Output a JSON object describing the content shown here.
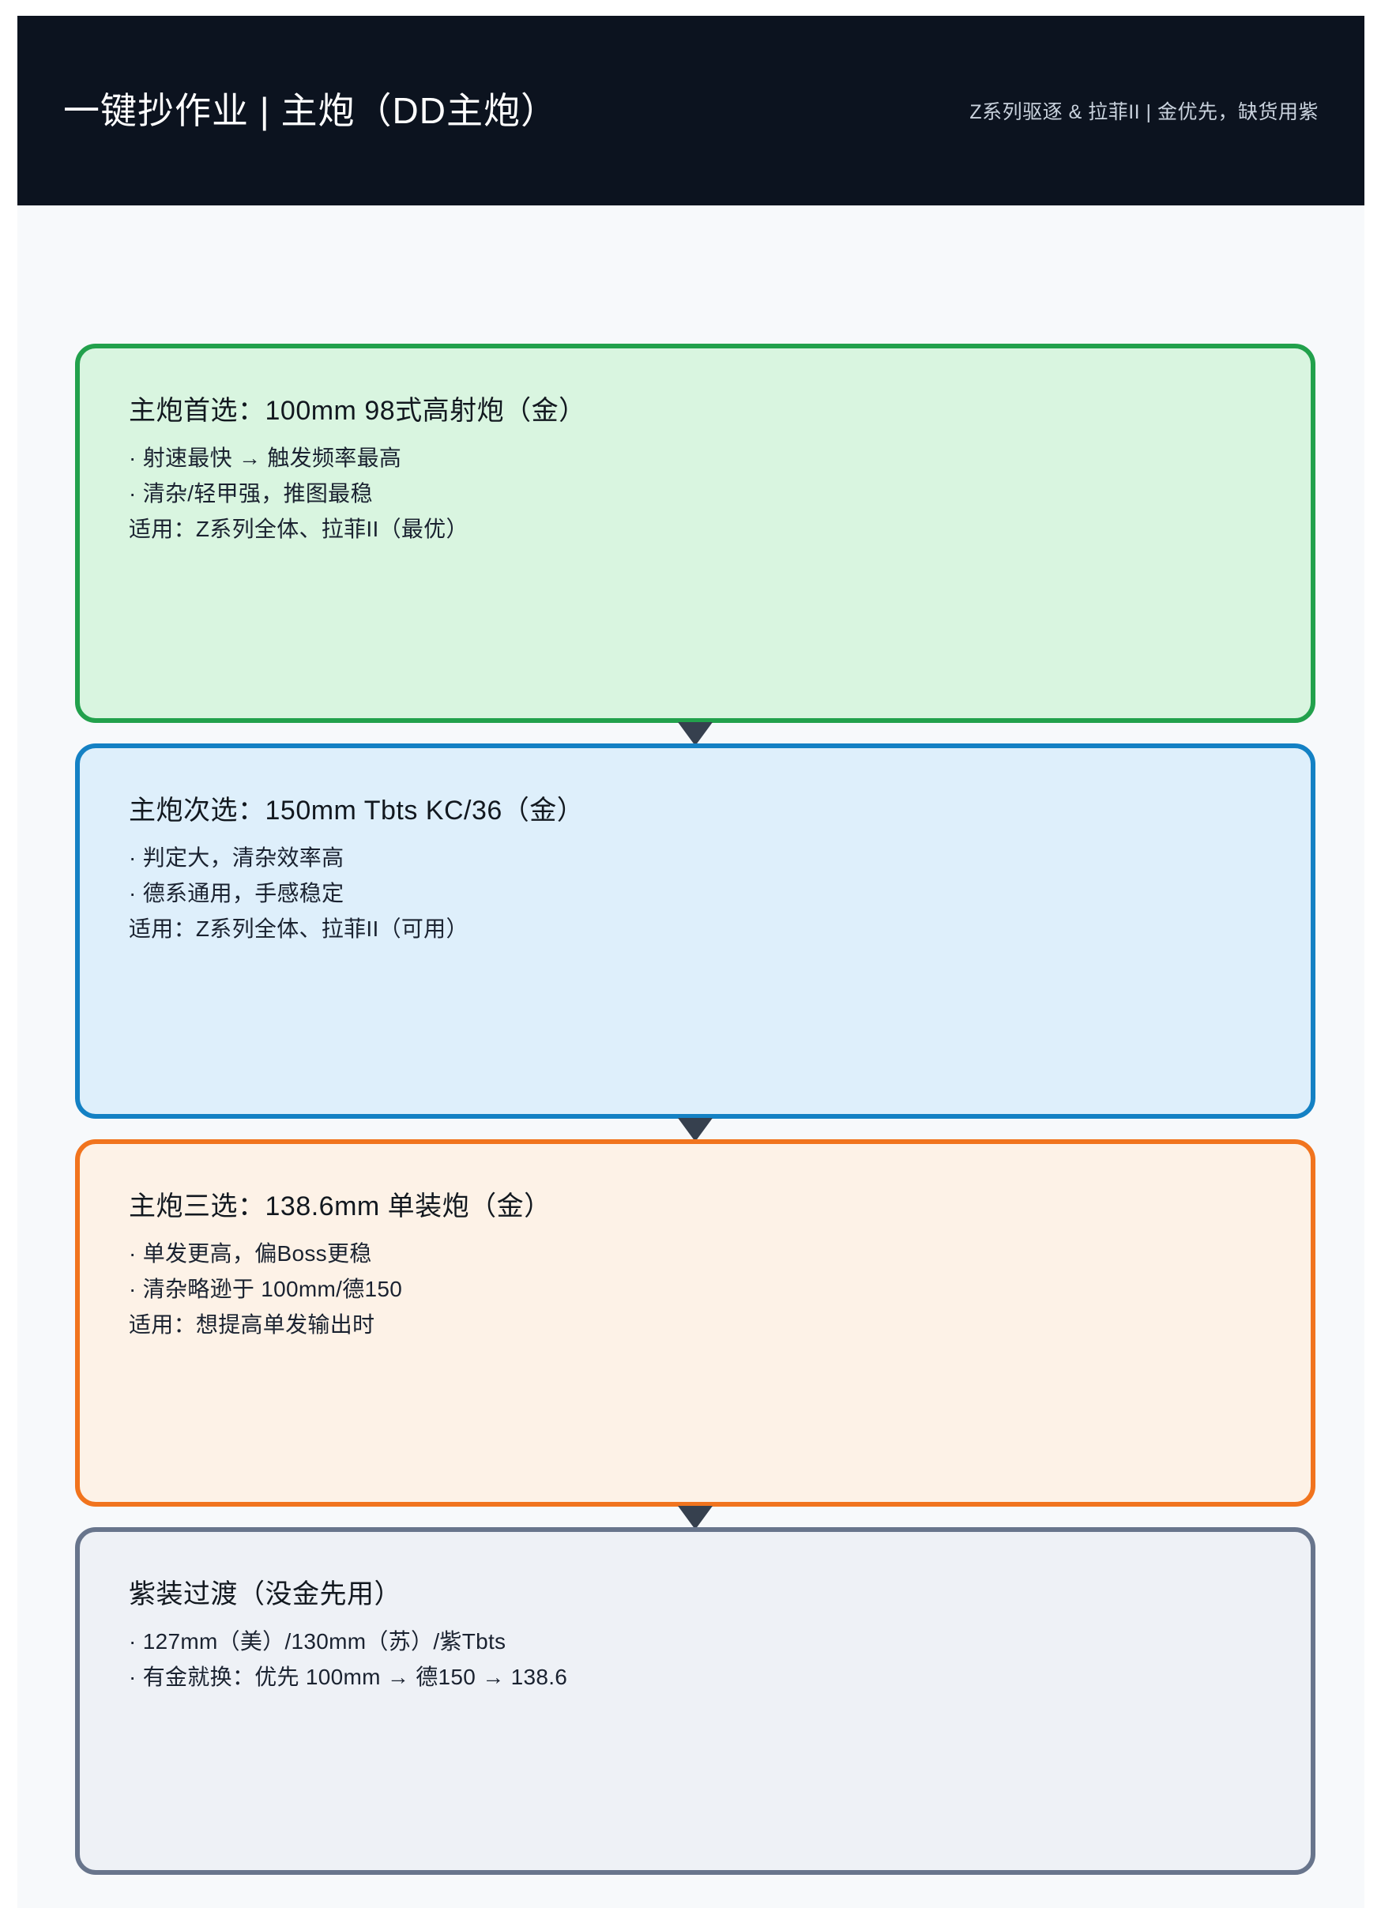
{
  "header": {
    "title": "一键抄作业 | 主炮（DD主炮）",
    "subtitle": "Z系列驱逐 & 拉菲II | 金优先，缺货用紫",
    "background_color": "#0c131f",
    "title_color": "#ffffff",
    "subtitle_color": "#c9d2dd"
  },
  "page": {
    "background_color": "#f7f9fb",
    "connector_color": "#36404e"
  },
  "flow": {
    "cards": [
      {
        "id": "primary-choice",
        "title": "主炮首选：100mm 98式高射炮（金）",
        "lines": [
          "· 射速最快 → 触发频率最高",
          "· 清杂/轻甲强，推图最稳",
          "适用：Z系列全体、拉菲II（最优）"
        ],
        "border_color": "#22a14c",
        "fill_color": "#d9f5e0"
      },
      {
        "id": "second-choice",
        "title": "主炮次选：150mm Tbts KC/36（金）",
        "lines": [
          "· 判定大，清杂效率高",
          "· 德系通用，手感稳定",
          "适用：Z系列全体、拉菲II（可用）"
        ],
        "border_color": "#1481c4",
        "fill_color": "#deeffb"
      },
      {
        "id": "third-choice",
        "title": "主炮三选：138.6mm 单装炮（金）",
        "lines": [
          "· 单发更高，偏Boss更稳",
          "· 清杂略逊于 100mm/德150",
          "适用：想提高单发输出时"
        ],
        "border_color": "#f1741e",
        "fill_color": "#fdf2e7"
      },
      {
        "id": "purple-transition",
        "title": "紫装过渡（没金先用）",
        "lines": [
          "· 127mm（美）/130mm（苏）/紫Tbts",
          "· 有金就换：优先 100mm → 德150 → 138.6"
        ],
        "border_color": "#68758c",
        "fill_color": "#eef1f6"
      }
    ]
  }
}
